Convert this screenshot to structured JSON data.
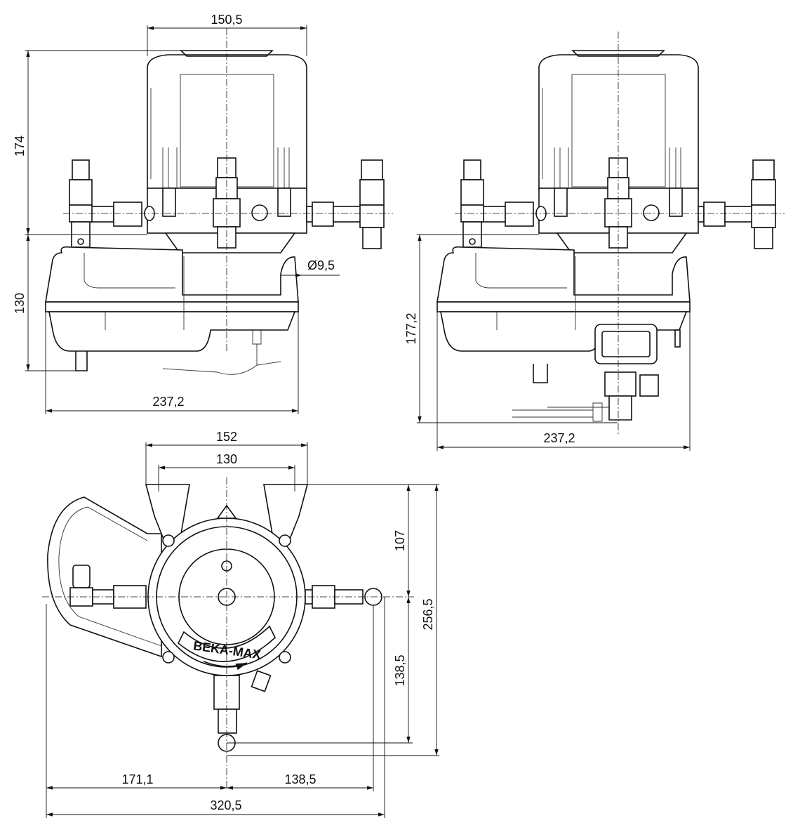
{
  "title": "BEKA-MAX pump dimension drawing",
  "logo_text": "BEKA-MAX",
  "front_view": {
    "width_top": "150,5",
    "height_upper": "174",
    "height_lower": "130",
    "hole_diameter": "Ø9,5",
    "width_base": "237,2"
  },
  "side_view": {
    "height_total": "177,2",
    "width_base": "237,2"
  },
  "top_view": {
    "width_outer": "152",
    "width_inner": "130",
    "height_upper": "107",
    "height_total": "256,5",
    "height_lower": "138,5",
    "width_left": "171,1",
    "width_right": "138,5",
    "width_total": "320,5"
  }
}
